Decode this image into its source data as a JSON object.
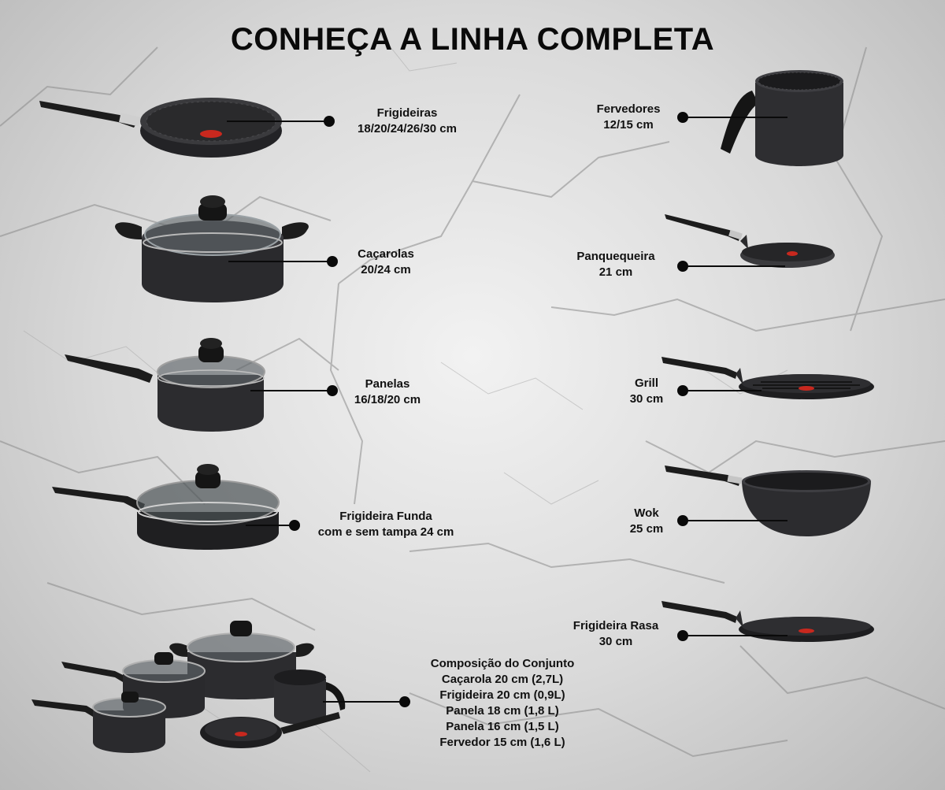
{
  "title": "CONHEÇA A LINHA COMPLETA",
  "icons": [
    "frying-pan-icon",
    "casserole-icon",
    "saucepan-icon",
    "deep-frying-pan-icon",
    "cookware-set-icon",
    "milk-boiler-icon",
    "pancake-pan-icon",
    "grill-pan-icon",
    "wok-icon",
    "flat-frying-pan-icon"
  ],
  "items": {
    "frigideiras": {
      "line1": "Frigideiras",
      "line2": "18/20/24/26/30 cm"
    },
    "cacarolas": {
      "line1": "Caçarolas",
      "line2": "20/24 cm"
    },
    "panelas": {
      "line1": "Panelas",
      "line2": "16/18/20 cm"
    },
    "frigideira_funda": {
      "line1": "Frigideira Funda",
      "line2": "com e sem tampa 24 cm"
    },
    "fervedores": {
      "line1": "Fervedores",
      "line2": "12/15 cm"
    },
    "panquequeira": {
      "line1": "Panquequeira",
      "line2": "21 cm"
    },
    "grill": {
      "line1": "Grill",
      "line2": "30 cm"
    },
    "wok": {
      "line1": "Wok",
      "line2": "25 cm"
    },
    "frigideira_rasa": {
      "line1": "Frigideira Rasa",
      "line2": "30 cm"
    }
  },
  "composicao": {
    "heading": "Composição do Conjunto",
    "lines": [
      "Caçarola 20 cm  (2,7L)",
      "Frigideira 20 cm  (0,9L)",
      "Panela 18 cm (1,8 L)",
      "Panela 16 cm (1,5 L)",
      "Fervedor 15 cm (1,6 L)"
    ]
  },
  "colors": {
    "background": "#d9d9d9",
    "cookware": "#2b2b2e",
    "accent_red": "#c8281e",
    "text": "#111111"
  }
}
